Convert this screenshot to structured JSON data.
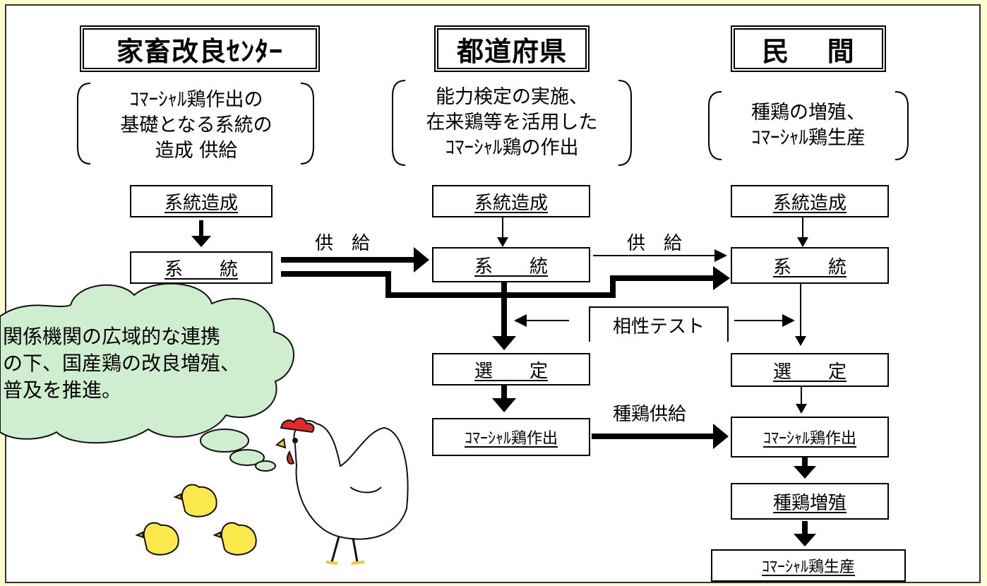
{
  "headers": {
    "center": "家畜改良ｾﾝﾀｰ",
    "prefecture": "都道府県",
    "private": "民　 間"
  },
  "roles": {
    "center": "ｺﾏｰｼｬﾙ鶏作出の\n基礎となる系統の\n造成 供給",
    "prefecture": "能力検定の実施、\n在来鶏等を活用した\nｺﾏｰｼｬﾙ鶏の作出",
    "private": "種鶏の増殖、\nｺﾏｰｼｬﾙ鶏生産"
  },
  "boxes": {
    "center_breeding": "系統造成",
    "center_line": "系　　統",
    "pref_breeding": "系統造成",
    "pref_line": "系　　統",
    "pref_select": "選　　定",
    "pref_commercial": "ｺﾏｰｼｬﾙ鶏作出",
    "priv_breeding": "系統造成",
    "priv_line": "系　　統",
    "priv_select": "選　　定",
    "priv_commercial": "ｺﾏｰｼｬﾙ鶏作出",
    "priv_multiply": "種鶏増殖",
    "priv_production": "ｺﾏｰｼｬﾙ鶏生産"
  },
  "labels": {
    "supply_1": "供　給",
    "supply_2": "供　給",
    "compatibility_test": "相性テスト",
    "breeder_supply": "種鶏供給"
  },
  "speech": {
    "text": "関係機関の広域的な連携\nの下、国産鶏の改良増殖、\n普及を推進。"
  }
}
